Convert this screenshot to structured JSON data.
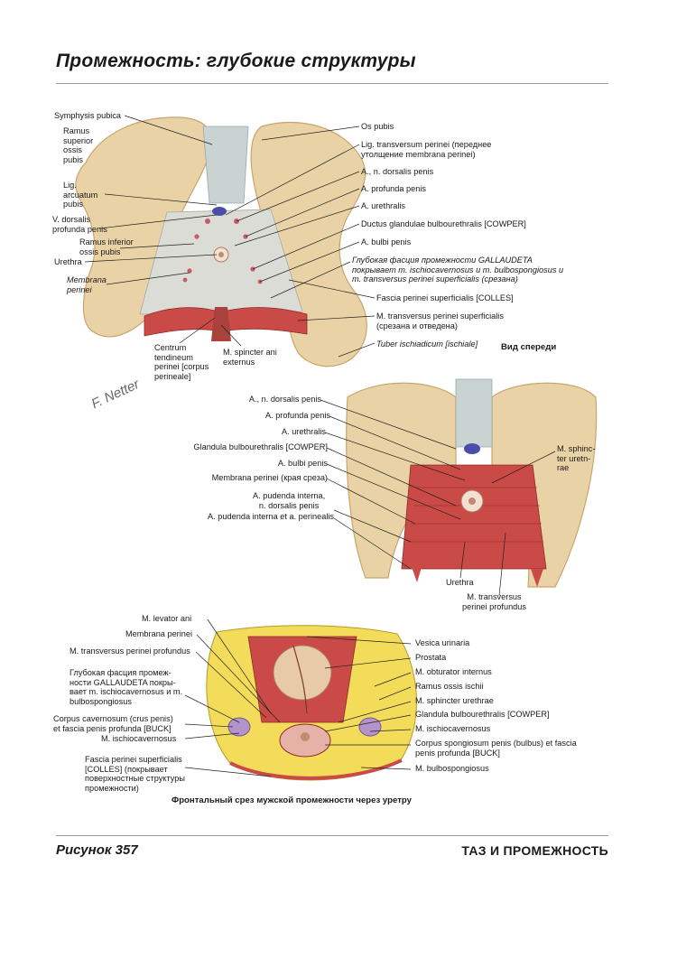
{
  "page": {
    "title": "Промежность: глубокие структуры",
    "figure_number": "Рисунок 357",
    "section": "ТАЗ И ПРОМЕЖНОСТЬ"
  },
  "figure1": {
    "view_caption": "Вид спереди",
    "left_labels": {
      "symphysis": "Symphysis pubica",
      "ramus_superior": "Ramus\nsuperior\nossis\npubis",
      "lig_arcuatum": "Lig.\narcuatum\npubis",
      "v_dorsalis": "V. dorsalis\nprofunda penis",
      "ramus_inferior": "Ramus inferior\nossis pubis",
      "urethra": "Urethra",
      "membrana": "Membrana\nperinei",
      "centrum": "Centrum\ntendineum\nperinei [corpus\nperineale]",
      "sphincter_ani": "M. spincter ani\nexternus"
    },
    "right_labels": {
      "os_pubis": "Os pubis",
      "lig_transversum": "Lig. transversum perinei (переднее\nутолщение membrana perinei)",
      "a_n_dorsalis": "A., n. dorsalis penis",
      "a_profunda": "A. profunda penis",
      "a_urethralis": "A. urethralis",
      "ductus": "Ductus glandulae bulbourethralis [COWPER]",
      "a_bulbi": "A. bulbi penis",
      "fascia_gallaudet": "Глубокая фасция промежности GALLAUDETA\nпокрывает m. ischiocavernosus и m. bulbospongiosus и\nm. transversus perinei superficialis (срезана)",
      "fascia_colles": "Fascia perinei superficialis [COLLES]",
      "m_transversus_sup": "M. transversus perinei superficialis\n(срезана и отведена)",
      "tuber": "Tuber ischiadicum [ischiale]"
    }
  },
  "figure2": {
    "left_labels": {
      "a_n_dorsalis": "A., n. dorsalis penis",
      "a_profunda": "A. profunda penis",
      "a_urethralis": "A. urethralis",
      "glandula": "Glandula bulbourethralis [COWPER]",
      "a_bulbi": "A. bulbi penis",
      "membrana": "Membrana perinei (края среза)",
      "a_pudenda": "A. pudenda interna,\nn. dorsalis penis",
      "a_pudenda_perinealis": "A. pudenda interna et a. perinealis"
    },
    "right_labels": {
      "m_sphincter": "M. sphinc-\nter uretn-\nrae",
      "urethra": "Urethra",
      "m_transversus_prof": "M. transversus\nperinei profundus"
    }
  },
  "figure3": {
    "caption": "Фронтальный срез мужской промежности через уретру",
    "left_labels": {
      "levator": "M. levator ani",
      "membrana": "Membrana perinei",
      "transversus_prof": "M. transversus perinei profundus",
      "gallaudet": "Глубокая фасция промеж-\nности GALLAUDETA покры-\nвает m. ischiocavernosus и m.\nbulbospongiosus",
      "corpus_cavernosum": "Corpus cavernosum (crus penis)\net fascia penis profunda [BUCK]",
      "ischiocavernosus": "M. ischiocavernosus",
      "colles": "Fascia perinei superficialis\n[COLLES] (покрывает\nповерхностные структуры\nпромежности)"
    },
    "right_labels": {
      "vesica": "Vesica urinaria",
      "prostata": "Prostata",
      "obturator": "M. obturator internus",
      "ramus_ischii": "Ramus ossis ischii",
      "sphincter": "M. sphincter urethrae",
      "glandula": "Glandula bulbourethralis [COWPER]",
      "ischiocavernosus": "M. ischiocavernosus",
      "corpus_spongiosum": "Corpus spongiosum penis (bulbus) et fascia\npenis profunda [BUCK]",
      "bulbospongiosus": "M. bulbospongiosus"
    }
  },
  "signature": "F. Netter",
  "colors": {
    "bone": "#e9d3a6",
    "bone_dark": "#c9a56b",
    "membrane": "#d9d9d4",
    "muscle": "#c94a46",
    "fat": "#f3dc5a",
    "cartilage": "#b9c9c9"
  }
}
